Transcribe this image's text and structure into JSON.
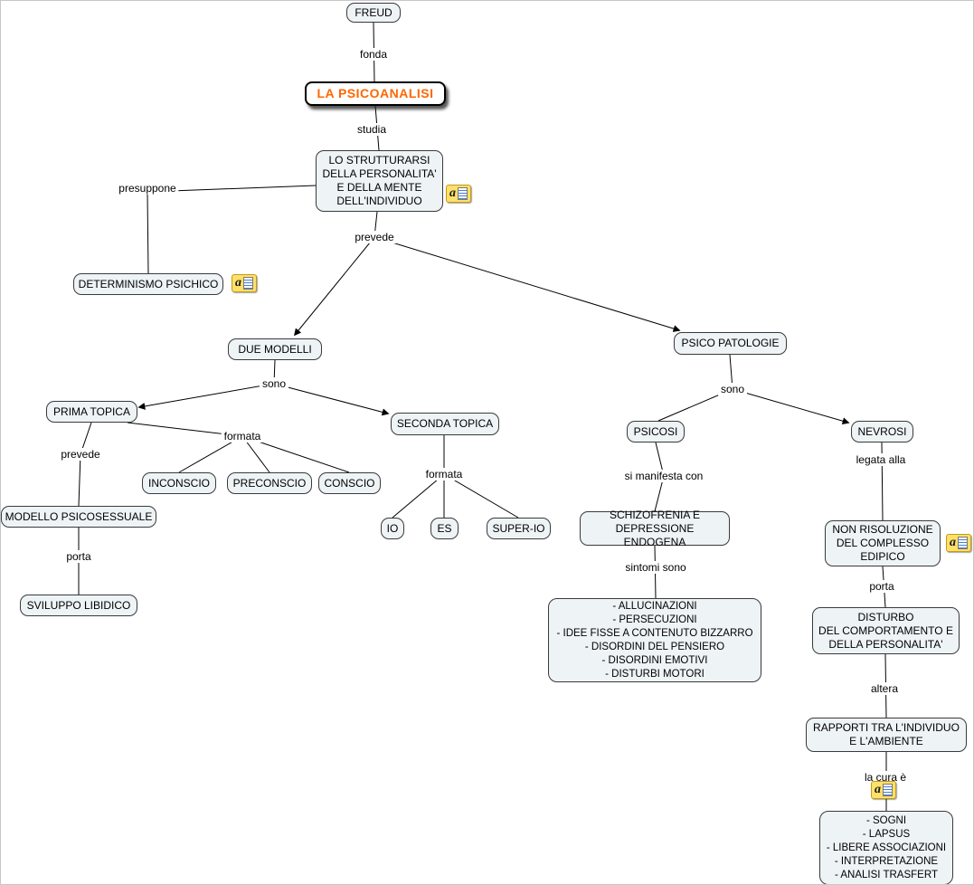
{
  "map_title": "LA PSICOANALISI",
  "colors": {
    "node_background": "#eef3f5",
    "node_border": "#3a3a3a",
    "line": "#000000",
    "title_text": "#ff6600",
    "title_border": "#000000",
    "resource_icon_background": "#ffe06a",
    "canvas_background": "#ffffff"
  },
  "nodes": [
    {
      "id": "freud",
      "label": "FREUD"
    },
    {
      "id": "psicoanalisi",
      "label": "LA PSICOANALISI"
    },
    {
      "id": "strutturarsi",
      "label": "LO STRUTTURARSI\nDELLA PERSONALITA'\nE DELLA MENTE\nDELL'INDIVIDUO"
    },
    {
      "id": "determinismo",
      "label": "DETERMINISMO PSICHICO"
    },
    {
      "id": "due-modelli",
      "label": "DUE MODELLI"
    },
    {
      "id": "psico-patologie",
      "label": "PSICO PATOLOGIE"
    },
    {
      "id": "prima-topica",
      "label": "PRIMA TOPICA"
    },
    {
      "id": "seconda-topica",
      "label": "SECONDA TOPICA"
    },
    {
      "id": "inconscio",
      "label": "INCONSCIO"
    },
    {
      "id": "preconscio",
      "label": "PRECONSCIO"
    },
    {
      "id": "conscio",
      "label": "CONSCIO"
    },
    {
      "id": "modello-psicosessuale",
      "label": "MODELLO PSICOSESSUALE"
    },
    {
      "id": "sviluppo-libidico",
      "label": "SVILUPPO LIBIDICO"
    },
    {
      "id": "io",
      "label": "IO"
    },
    {
      "id": "es",
      "label": "ES"
    },
    {
      "id": "super-io",
      "label": "SUPER-IO"
    },
    {
      "id": "psicosi",
      "label": "PSICOSI"
    },
    {
      "id": "nevrosi",
      "label": "NEVROSI"
    },
    {
      "id": "schizofrenia",
      "label": "SCHIZOFRENIA E\nDEPRESSIONE ENDOGENA"
    },
    {
      "id": "sintomi-elenco",
      "label": "- ALLUCINAZIONI\n- PERSECUZIONI\n- IDEE FISSE A CONTENUTO BIZZARRO\n- DISORDINI DEL PENSIERO\n- DISORDINI EMOTIVI\n- DISTURBI MOTORI"
    },
    {
      "id": "non-risoluzione",
      "label": "NON RISOLUZIONE\nDEL COMPLESSO\nEDIPICO"
    },
    {
      "id": "disturbo",
      "label": "DISTURBO\nDEL COMPORTAMENTO E\nDELLA PERSONALITA'"
    },
    {
      "id": "rapporti",
      "label": "RAPPORTI TRA L'INDIVIDUO\nE L'AMBIENTE"
    },
    {
      "id": "cura-elenco",
      "label": "- SOGNI\n- LAPSUS\n- LIBERE ASSOCIAZIONI\n- INTERPRETAZIONE\n- ANALISI TRASFERT"
    }
  ],
  "links": [
    {
      "id": "fonda",
      "text": "fonda"
    },
    {
      "id": "studia",
      "text": "studia"
    },
    {
      "id": "presuppone",
      "text": "presuppone"
    },
    {
      "id": "prevede-1",
      "text": "prevede"
    },
    {
      "id": "sono-1",
      "text": "sono"
    },
    {
      "id": "formata-1",
      "text": "formata"
    },
    {
      "id": "prevede-2",
      "text": "prevede"
    },
    {
      "id": "porta-1",
      "text": "porta"
    },
    {
      "id": "formata-2",
      "text": "formata"
    },
    {
      "id": "sono-2",
      "text": "sono"
    },
    {
      "id": "si-manifesta-con",
      "text": "si manifesta con"
    },
    {
      "id": "sintomi-sono",
      "text": "sintomi sono"
    },
    {
      "id": "legata-alla",
      "text": "legata alla"
    },
    {
      "id": "porta-2",
      "text": "porta"
    },
    {
      "id": "altera",
      "text": "altera"
    },
    {
      "id": "la-cura-e",
      "text": "la cura è"
    }
  ],
  "icons": {
    "resource_letter": "a",
    "meaning": "attached-resource-icon",
    "count": 4
  }
}
